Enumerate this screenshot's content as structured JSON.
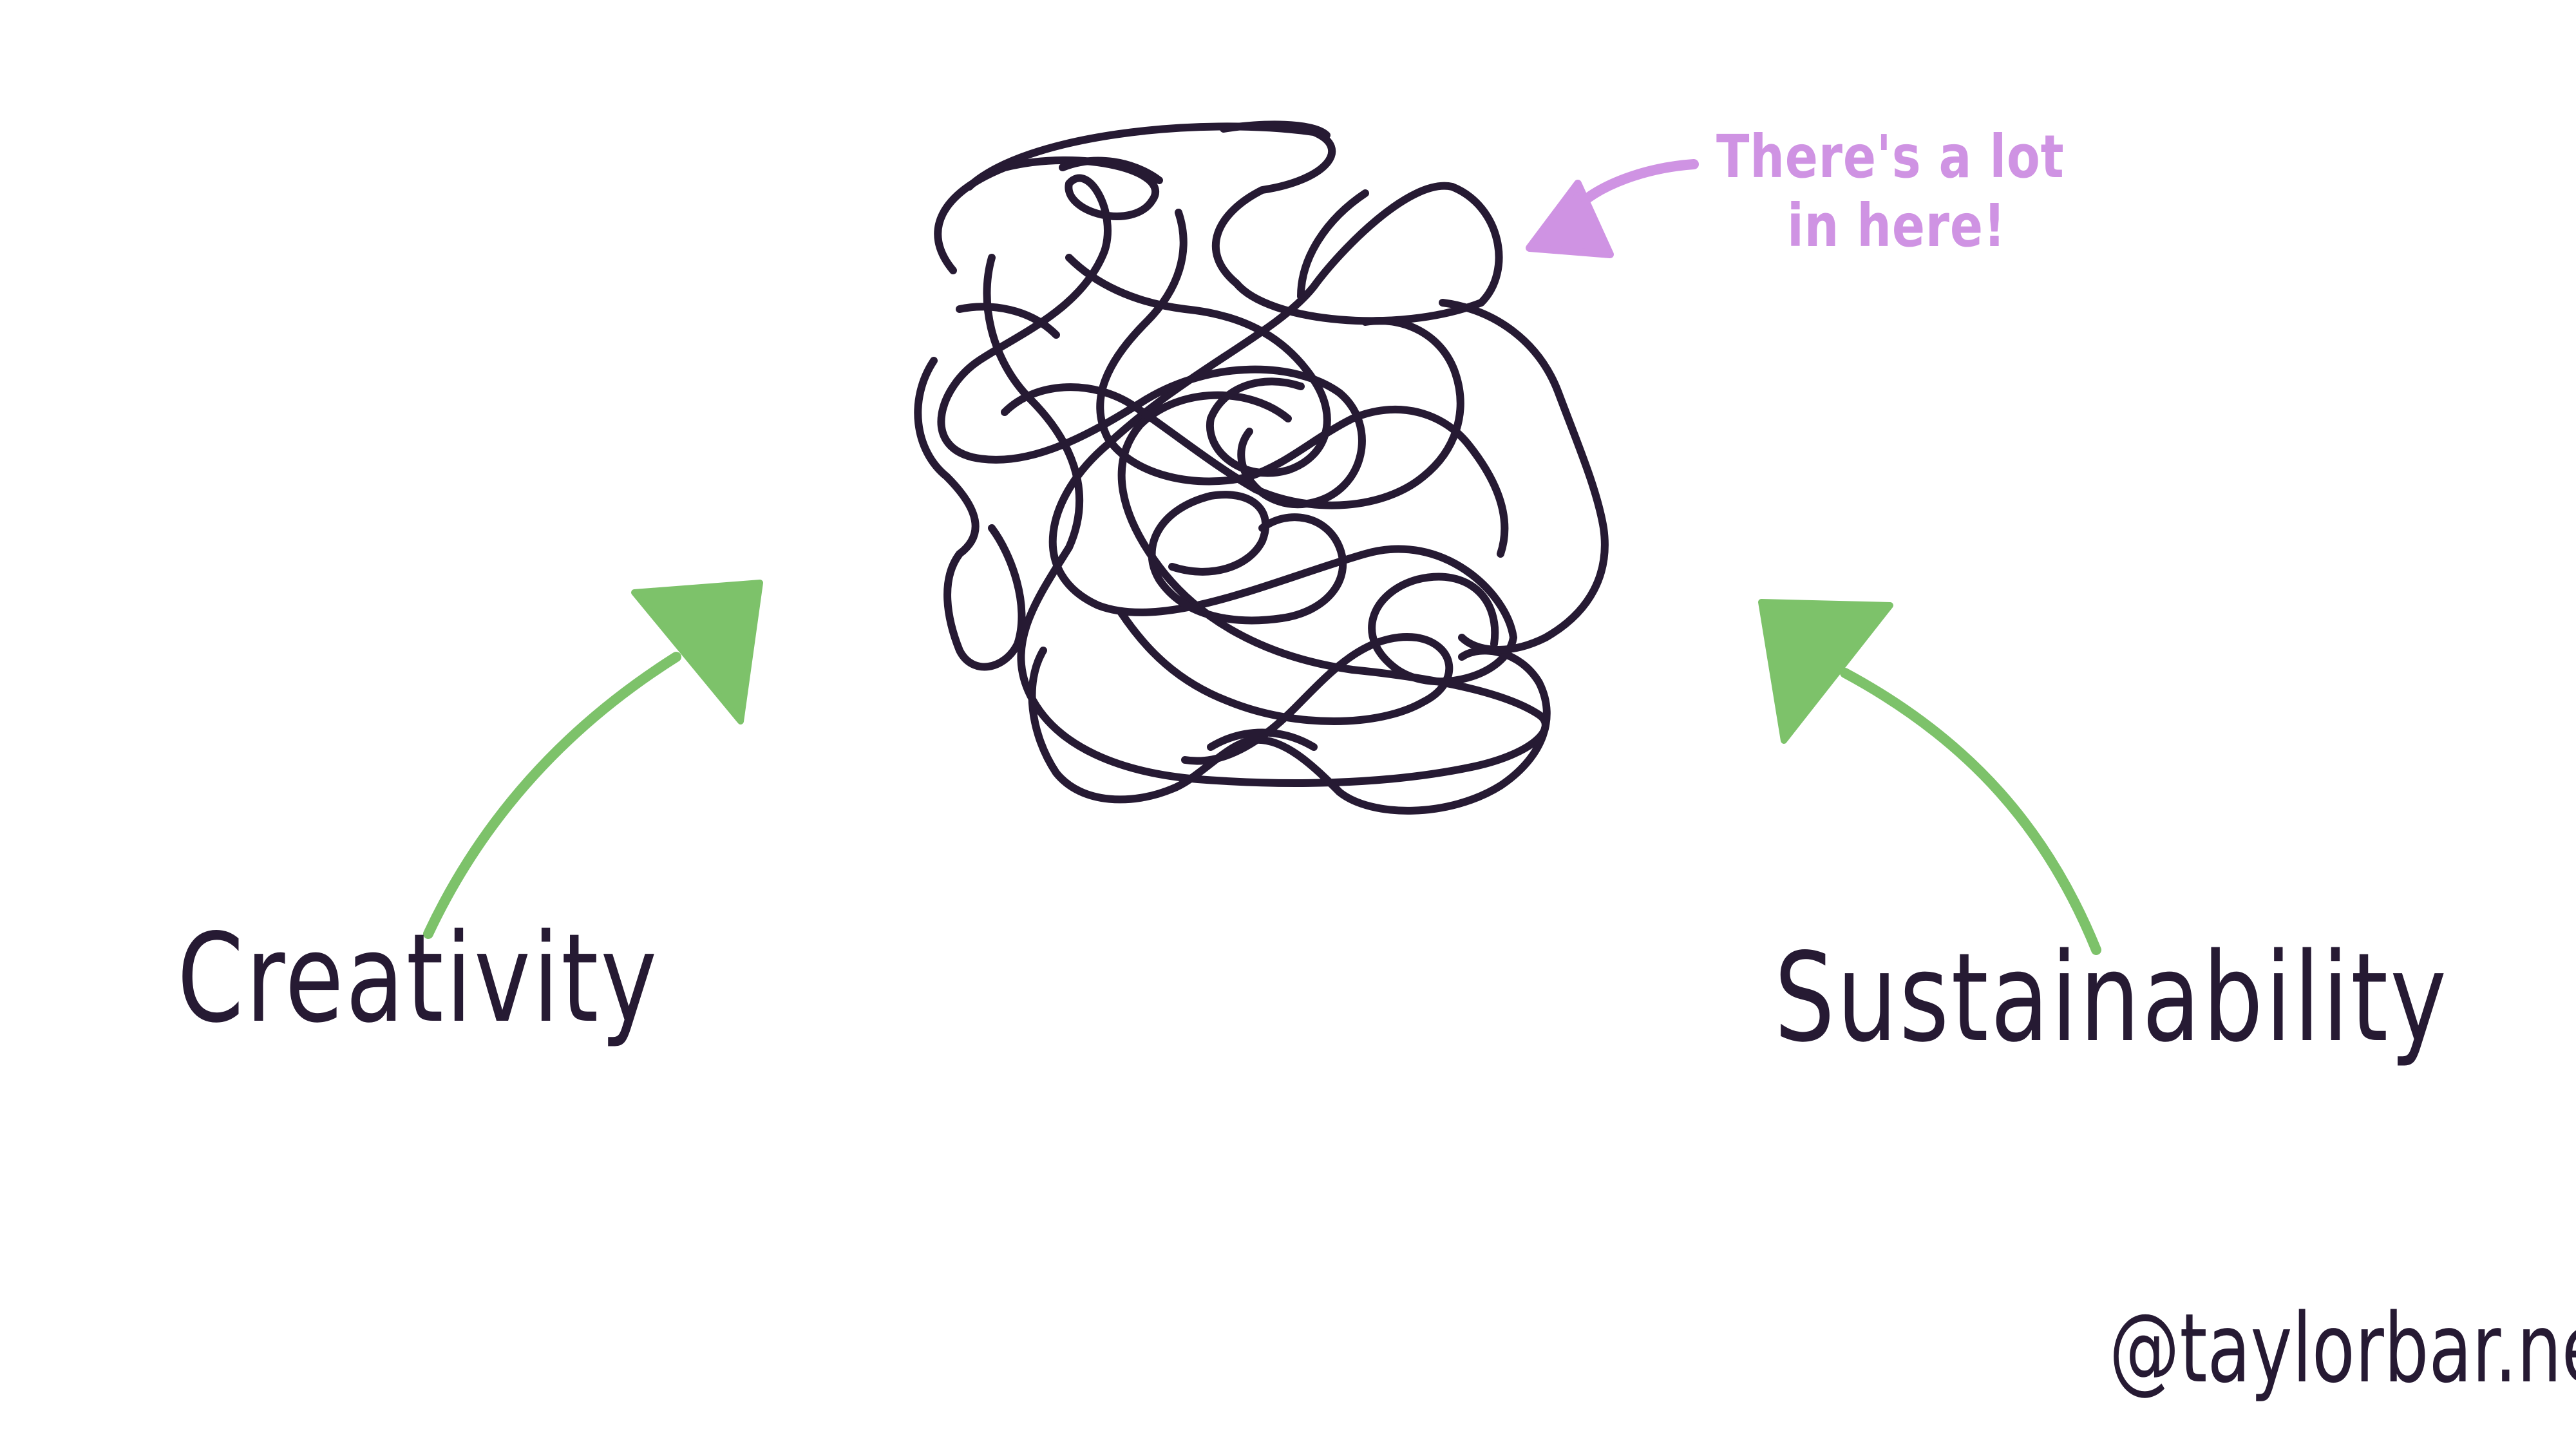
{
  "labels": {
    "left": "Creativity",
    "right": "Sustainability"
  },
  "annotation": {
    "line1": "There's a lot",
    "line2": "in here!"
  },
  "credit": "@taylorbar.net",
  "colors": {
    "background": "#ffffff",
    "ink": "#261a33",
    "arrow_green": "#7dc26a",
    "annotation_purple": "#cf93e3"
  },
  "icons": {
    "tangle": "scribble-tangle-icon",
    "left_arrow": "curved-arrow-up-right-icon",
    "right_arrow": "curved-arrow-up-left-icon",
    "note_arrow": "curved-arrow-left-icon"
  }
}
